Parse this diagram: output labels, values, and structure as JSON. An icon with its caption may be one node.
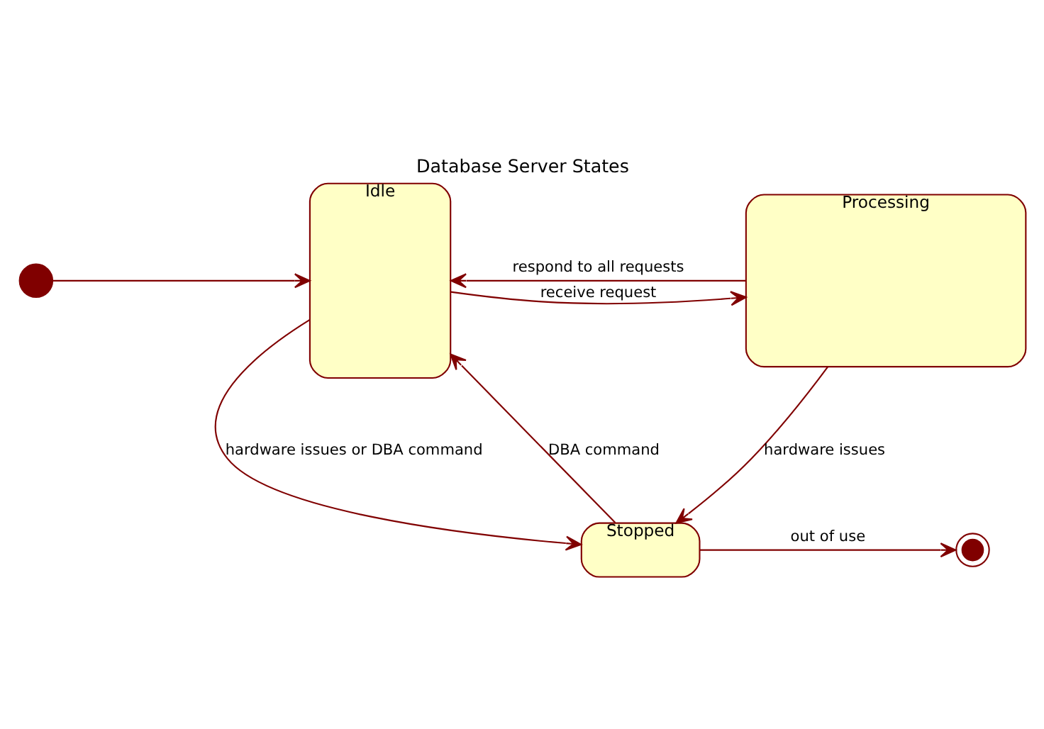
{
  "diagram": {
    "title": "Database Server States",
    "nodes": [
      {
        "text": [],
        "shape": "circle"
      },
      {
        "text": [
          "Idle"
        ]
      },
      {
        "text": [
          "Processing"
        ]
      },
      {
        "text": [
          "Stopped"
        ]
      },
      {
        "text": [],
        "shape": "circle"
      }
    ],
    "edges": [
      {
        "from": 0,
        "to": 1,
        "arrow": "to"
      },
      {
        "from": 1,
        "to": 2,
        "arrow": "to",
        "label": "receive request"
      },
      {
        "from": 2,
        "to": 1,
        "arrow": "to",
        "label": "respond to all requests"
      },
      {
        "from": 1,
        "to": 3,
        "arrow": "to",
        "label": "hardware issues or DBA command"
      },
      {
        "from": 2,
        "to": 3,
        "arrow": "to",
        "label": "hardware issues"
      },
      {
        "from": 3,
        "to": 1,
        "arrow": "to",
        "label": "DBA command"
      },
      {
        "from": 3,
        "to": 4,
        "arrow": "to",
        "label": "out of use"
      }
    ]
  }
}
